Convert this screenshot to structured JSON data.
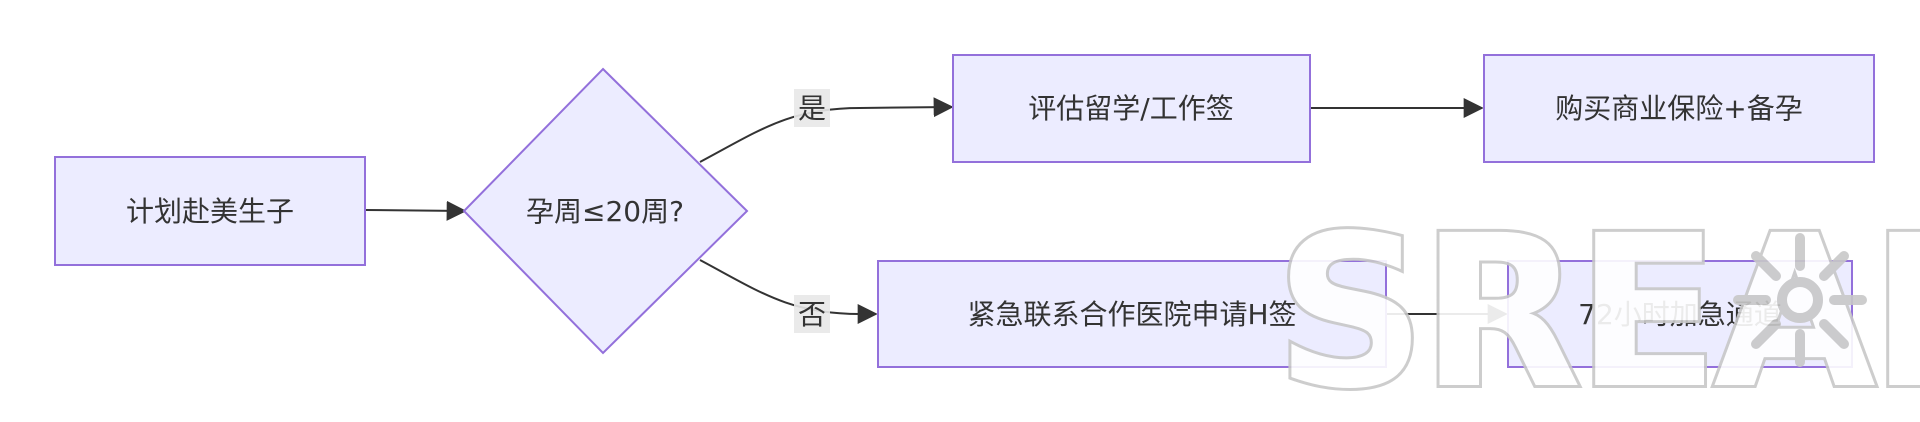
{
  "diagram": {
    "type": "flowchart",
    "colors": {
      "node_fill": "#ececff",
      "node_stroke": "#9370db",
      "edge": "#333333",
      "text": "#333333",
      "label_bg": "#e8e8e8"
    },
    "nodes": {
      "plan": "计划赴美生子",
      "decision": "孕周≤20周?",
      "assess_visa": "评估留学/工作签",
      "insurance": "购买商业保险+备孕",
      "emergency": "紧急联系合作医院申请H签",
      "fast_track": "72小时加急通道"
    },
    "edges": {
      "yes_label": "是",
      "no_label": "否"
    }
  },
  "watermark": {
    "text": "SREAD",
    "icon": "sun-burst-icon"
  }
}
